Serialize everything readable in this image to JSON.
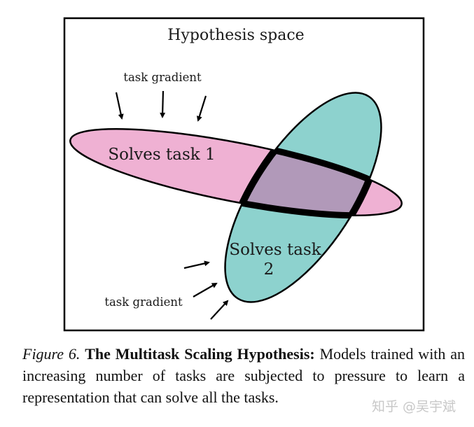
{
  "figure": {
    "frame_title": "Hypothesis space",
    "top_gradient_label": "task gradient",
    "bottom_gradient_label": "task gradient",
    "set1_label": "Solves task 1",
    "set2_label_line1": "Solves task",
    "set2_label_line2": "2",
    "colors": {
      "task1_fill": "#efb1d3",
      "task2_fill": "#8dd2ce",
      "intersection_fill": "#b199b9",
      "outline": "#000000"
    }
  },
  "caption": {
    "label": "Figure 6.",
    "title": "The Multitask Scaling Hypothesis:",
    "body": "Models trained with an increasing number of tasks are subjected to pressure to learn a representation that can solve all the tasks."
  },
  "watermark": "知乎 @吴宇斌"
}
